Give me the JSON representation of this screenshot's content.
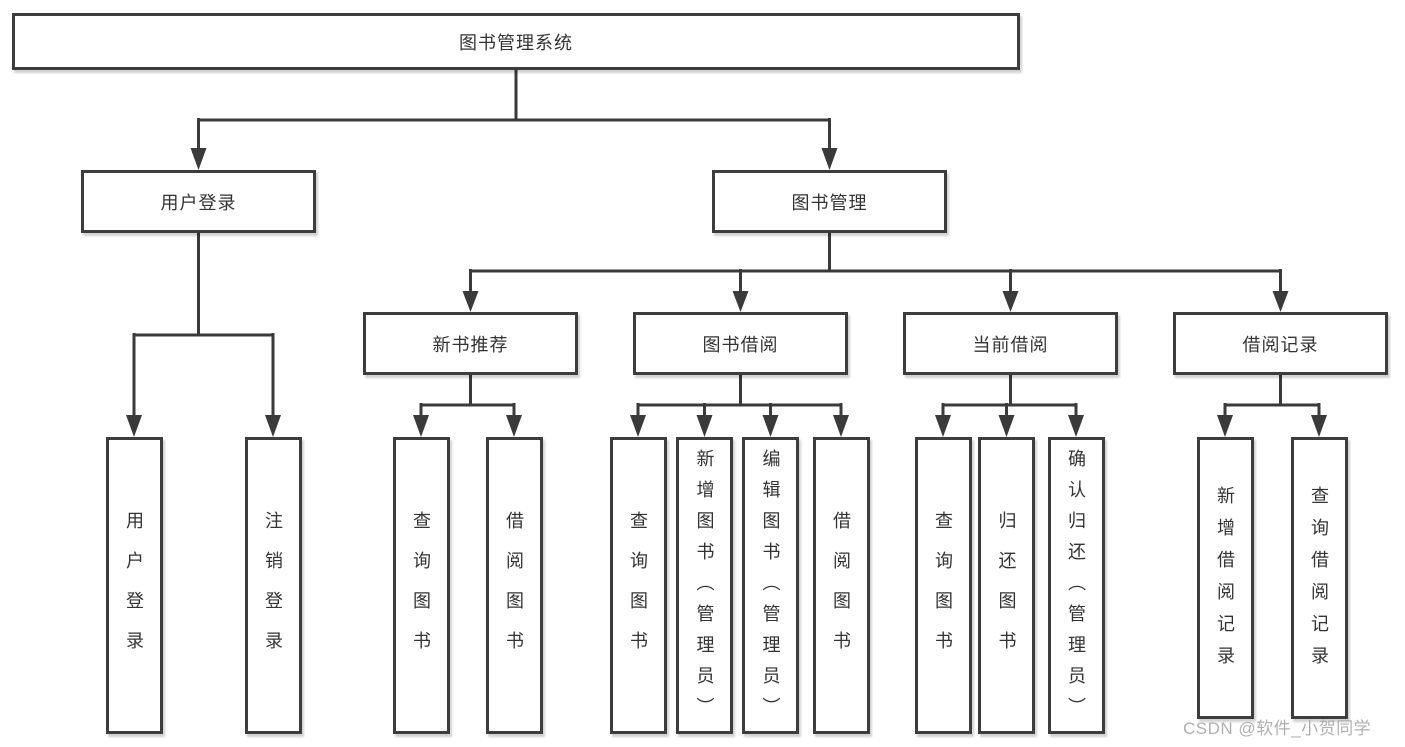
{
  "colors": {
    "line": "#3a3a3a",
    "box_border": "#3d3d3d",
    "text": "#333333",
    "watermark": "#b0b0b0",
    "background": "#ffffff"
  },
  "watermark": {
    "text": "CSDN @软件_小贺同学"
  },
  "tree": {
    "label": "图书管理系统",
    "children": [
      {
        "label": "用户登录",
        "children": [
          {
            "label": "用户登录"
          },
          {
            "label": "注销登录"
          }
        ]
      },
      {
        "label": "图书管理",
        "children": [
          {
            "label": "新书推荐",
            "children": [
              {
                "label": "查询图书"
              },
              {
                "label": "借阅图书"
              }
            ]
          },
          {
            "label": "图书借阅",
            "children": [
              {
                "label": "查询图书"
              },
              {
                "label": "新增图书（管理员）"
              },
              {
                "label": "编辑图书（管理员）"
              },
              {
                "label": "借阅图书"
              }
            ]
          },
          {
            "label": "当前借阅",
            "children": [
              {
                "label": "查询图书"
              },
              {
                "label": "归还图书"
              },
              {
                "label": "确认归还（管理员）"
              }
            ]
          },
          {
            "label": "借阅记录",
            "children": [
              {
                "label": "新增借阅记录"
              },
              {
                "label": "查询借阅记录"
              }
            ]
          }
        ]
      }
    ]
  }
}
